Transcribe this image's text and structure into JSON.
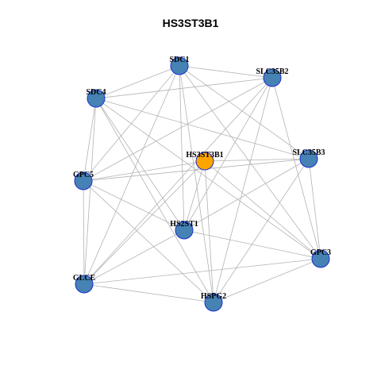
{
  "title": "HS3ST3B1",
  "colors": {
    "edge": "#b3b3b3",
    "node_fill": "#4682b4",
    "hub_fill": "#ffa500",
    "node_border": "#1c2fd0"
  },
  "nodes": [
    {
      "id": "SDC1",
      "label": "SDC1",
      "hub": false
    },
    {
      "id": "SLC35B2",
      "label": "SLC35B2",
      "hub": false
    },
    {
      "id": "SDC4",
      "label": "SDC4",
      "hub": false
    },
    {
      "id": "HS3ST3B1",
      "label": "HS3ST3B1",
      "hub": true
    },
    {
      "id": "SLC35B3",
      "label": "SLC35B3",
      "hub": false
    },
    {
      "id": "GPC5",
      "label": "GPC5",
      "hub": false
    },
    {
      "id": "HS2ST1",
      "label": "HS2ST1",
      "hub": false
    },
    {
      "id": "GPC3",
      "label": "GPC3",
      "hub": false
    },
    {
      "id": "GLCE",
      "label": "GLCE",
      "hub": false
    },
    {
      "id": "HSPG2",
      "label": "HSPG2",
      "hub": false
    }
  ],
  "edges": [
    [
      "SDC1",
      "SLC35B2"
    ],
    [
      "SDC1",
      "SDC4"
    ],
    [
      "SDC1",
      "SLC35B3"
    ],
    [
      "SDC1",
      "GPC5"
    ],
    [
      "SDC1",
      "HS2ST1"
    ],
    [
      "SDC1",
      "GPC3"
    ],
    [
      "SDC1",
      "GLCE"
    ],
    [
      "SDC1",
      "HSPG2"
    ],
    [
      "SLC35B2",
      "SDC4"
    ],
    [
      "SLC35B2",
      "GPC5"
    ],
    [
      "SLC35B2",
      "HS2ST1"
    ],
    [
      "SLC35B2",
      "GPC3"
    ],
    [
      "SLC35B2",
      "HSPG2"
    ],
    [
      "SLC35B2",
      "GLCE"
    ],
    [
      "SDC4",
      "SLC35B3"
    ],
    [
      "SDC4",
      "GPC5"
    ],
    [
      "SDC4",
      "HS2ST1"
    ],
    [
      "SDC4",
      "HSPG2"
    ],
    [
      "SDC4",
      "GPC3"
    ],
    [
      "SDC4",
      "GLCE"
    ],
    [
      "HS3ST3B1",
      "SLC35B3"
    ],
    [
      "HS3ST3B1",
      "GPC5"
    ],
    [
      "HS3ST3B1",
      "HS2ST1"
    ],
    [
      "HS3ST3B1",
      "GPC3"
    ],
    [
      "HS3ST3B1",
      "HSPG2"
    ],
    [
      "HS3ST3B1",
      "GLCE"
    ],
    [
      "SLC35B3",
      "GPC5"
    ],
    [
      "SLC35B3",
      "HS2ST1"
    ],
    [
      "SLC35B3",
      "GPC3"
    ],
    [
      "SLC35B3",
      "HSPG2"
    ],
    [
      "GPC5",
      "HS2ST1"
    ],
    [
      "GPC5",
      "HSPG2"
    ],
    [
      "GPC5",
      "GLCE"
    ],
    [
      "HS2ST1",
      "GPC3"
    ],
    [
      "HS2ST1",
      "GLCE"
    ],
    [
      "GPC3",
      "GLCE"
    ],
    [
      "GPC3",
      "HSPG2"
    ],
    [
      "GLCE",
      "HSPG2"
    ]
  ]
}
